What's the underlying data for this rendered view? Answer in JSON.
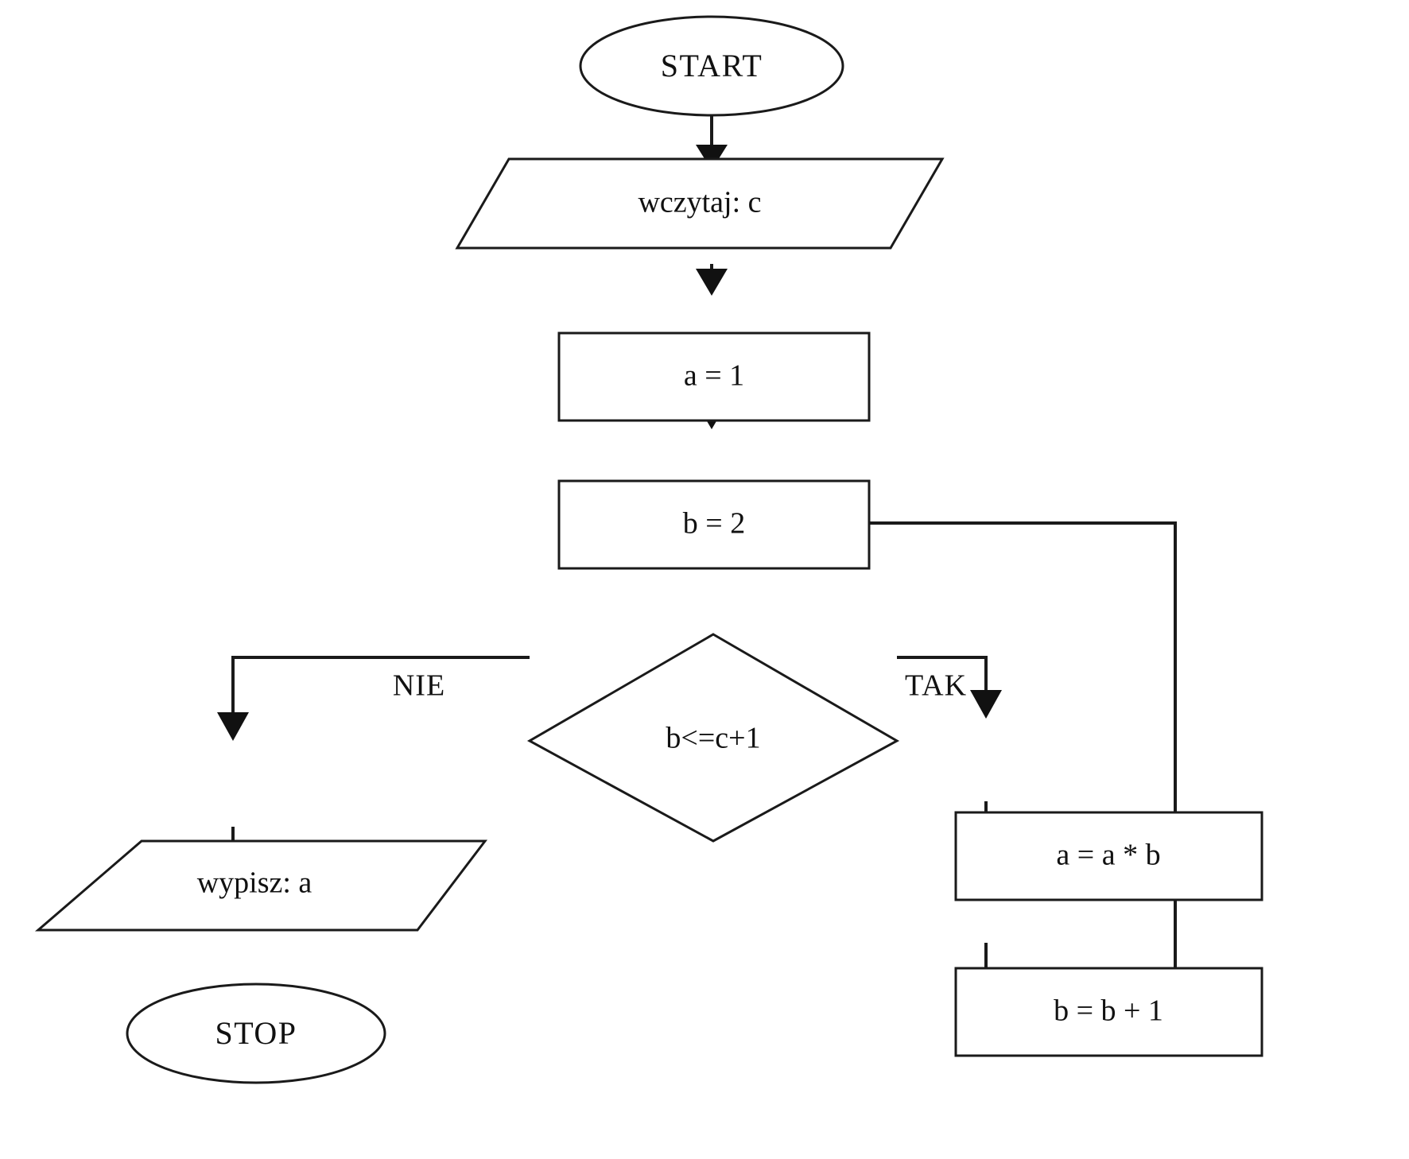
{
  "diagram": {
    "type": "flowchart",
    "language": "pl",
    "title": "",
    "background_color": "#ffffff",
    "line_color": "#1a1a1a",
    "text_color": "#111111",
    "nodes": [
      {
        "id": "start",
        "shape": "oval",
        "label": "START"
      },
      {
        "id": "read_c",
        "shape": "parallelogram",
        "label": "wczytaj: c"
      },
      {
        "id": "set_a",
        "shape": "rectangle",
        "label": "a = 1"
      },
      {
        "id": "set_b",
        "shape": "rectangle",
        "label": "b = 2"
      },
      {
        "id": "cond",
        "shape": "diamond",
        "label": "b<=c+1"
      },
      {
        "id": "mult",
        "shape": "rectangle",
        "label": "a = a * b"
      },
      {
        "id": "incr",
        "shape": "rectangle",
        "label": "b = b + 1"
      },
      {
        "id": "write_a",
        "shape": "parallelogram",
        "label": "wypisz: a"
      },
      {
        "id": "stop",
        "shape": "oval",
        "label": "STOP"
      }
    ],
    "branch_labels": {
      "no": "NIE",
      "yes": "TAK"
    },
    "edges": [
      {
        "from": "start",
        "to": "read_c",
        "label": ""
      },
      {
        "from": "read_c",
        "to": "set_a",
        "label": ""
      },
      {
        "from": "set_a",
        "to": "set_b",
        "label": ""
      },
      {
        "from": "set_b",
        "to": "cond",
        "label": ""
      },
      {
        "from": "cond",
        "to": "write_a",
        "label": "NIE"
      },
      {
        "from": "cond",
        "to": "mult",
        "label": "TAK"
      },
      {
        "from": "mult",
        "to": "incr",
        "label": ""
      },
      {
        "from": "incr",
        "to": "cond",
        "label": ""
      },
      {
        "from": "write_a",
        "to": "stop",
        "label": ""
      }
    ]
  }
}
